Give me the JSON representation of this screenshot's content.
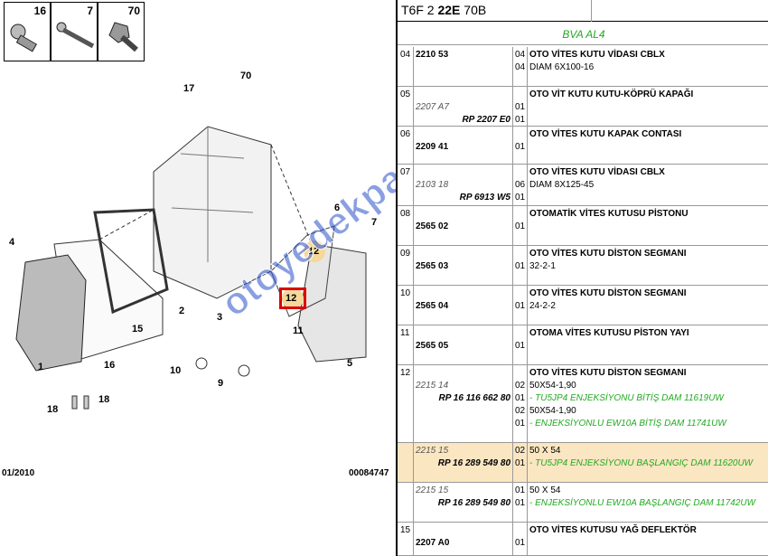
{
  "header": {
    "code_prefix": "T6F 2",
    "code_bold": "22E",
    "code_suffix": "70B"
  },
  "model": "BVA AL4",
  "fastener_boxes": [
    {
      "qty": "16",
      "icon": "short-bolt-icon"
    },
    {
      "qty": "7",
      "icon": "long-screw-icon"
    },
    {
      "qty": "70",
      "icon": "flange-bolt-icon"
    }
  ],
  "callouts": [
    "70",
    "17",
    "6",
    "7",
    "4",
    "12",
    "12",
    "2",
    "15",
    "11",
    "1",
    "16",
    "3",
    "5",
    "10",
    "9",
    "18",
    "18"
  ],
  "footer": {
    "date": "01/2010",
    "code": "00084747"
  },
  "watermark": "otoyedekparcaburada.com",
  "rows": [
    {
      "num": "04",
      "lines": [
        {
          "ref": "2210 53",
          "style": "b",
          "qty": "04",
          "text": "OTO VİTES KUTU VİDASI CBLX",
          "tstyle": "b",
          "y": 0
        },
        {
          "ref": "",
          "style": "",
          "qty": "04",
          "text": "DIAM 6X100-16",
          "tstyle": "",
          "y": 1
        }
      ]
    },
    {
      "num": "05",
      "lines": [
        {
          "ref": "",
          "style": "",
          "qty": "",
          "text": "OTO VİT KUTU KUTU-KÖPRÜ KAPAĞI",
          "tstyle": "b",
          "y": 0
        },
        {
          "ref": "2207 A7",
          "style": "i",
          "qty": "01",
          "text": "",
          "tstyle": "",
          "y": 1
        },
        {
          "ref": "RP 2207 E0",
          "style": "r",
          "qty": "01",
          "text": "",
          "tstyle": "",
          "y": 2
        }
      ]
    },
    {
      "num": "06",
      "lines": [
        {
          "ref": "",
          "style": "",
          "qty": "",
          "text": "OTO VİTES KUTU KAPAK CONTASI",
          "tstyle": "b",
          "y": 0
        },
        {
          "ref": "2209 41",
          "style": "b",
          "qty": "01",
          "text": "",
          "tstyle": "",
          "y": 1
        }
      ]
    },
    {
      "num": "07",
      "lines": [
        {
          "ref": "",
          "style": "",
          "qty": "",
          "text": "OTO VİTES KUTU VİDASI CBLX",
          "tstyle": "b",
          "y": 0
        },
        {
          "ref": "2103 18",
          "style": "i",
          "qty": "06",
          "text": "DIAM 8X125-45",
          "tstyle": "",
          "y": 1
        },
        {
          "ref": "RP 6913 W5",
          "style": "r",
          "qty": "01",
          "text": "",
          "tstyle": "",
          "y": 2
        }
      ]
    },
    {
      "num": "08",
      "lines": [
        {
          "ref": "",
          "style": "",
          "qty": "",
          "text": "OTOMATİK VİTES KUTUSU PİSTONU",
          "tstyle": "b",
          "y": 0
        },
        {
          "ref": "2565 02",
          "style": "b",
          "qty": "01",
          "text": "",
          "tstyle": "",
          "y": 1
        }
      ]
    },
    {
      "num": "09",
      "lines": [
        {
          "ref": "",
          "style": "",
          "qty": "",
          "text": "OTO VİTES KUTU DİSTON SEGMANI",
          "tstyle": "b",
          "y": 0
        },
        {
          "ref": "2565 03",
          "style": "b",
          "qty": "01",
          "text": "32-2-1",
          "tstyle": "",
          "y": 1
        }
      ]
    },
    {
      "num": "10",
      "lines": [
        {
          "ref": "",
          "style": "",
          "qty": "",
          "text": "OTO VİTES KUTU DİSTON SEGMANI",
          "tstyle": "b",
          "y": 0
        },
        {
          "ref": "2565 04",
          "style": "b",
          "qty": "01",
          "text": "24-2-2",
          "tstyle": "",
          "y": 1
        }
      ]
    },
    {
      "num": "11",
      "lines": [
        {
          "ref": "",
          "style": "",
          "qty": "",
          "text": "OTOMA VİTES KUTUSU PİSTON YAYI",
          "tstyle": "b",
          "y": 0
        },
        {
          "ref": "2565 05",
          "style": "b",
          "qty": "01",
          "text": "",
          "tstyle": "",
          "y": 1
        }
      ]
    },
    {
      "num": "12",
      "lines": [
        {
          "ref": "",
          "style": "",
          "qty": "",
          "text": "OTO VİTES KUTU DİSTON SEGMANI",
          "tstyle": "b",
          "y": 0
        },
        {
          "ref": "2215 14",
          "style": "i",
          "qty": "02",
          "text": "50X54-1,90",
          "tstyle": "",
          "y": 1
        },
        {
          "ref": "RP 16 116 662 80",
          "style": "r",
          "qty": "01",
          "text": "- TU5JP4 ENJEKSİYONU BİTİŞ DAM 11619UW",
          "tstyle": "g",
          "y": 2
        },
        {
          "ref": "",
          "style": "",
          "qty": "02",
          "text": "50X54-1,90",
          "tstyle": "",
          "y": 3
        },
        {
          "ref": "",
          "style": "",
          "qty": "01",
          "text": "- ENJEKSİYONLU EW10A BİTİŞ DAM 11741UW",
          "tstyle": "g",
          "y": 4
        }
      ]
    },
    {
      "num": "",
      "highlight": true,
      "lines": [
        {
          "ref": "2215 15",
          "style": "i",
          "qty": "02",
          "text": "50 X 54",
          "tstyle": "",
          "y": 0
        },
        {
          "ref": "RP 16 289 549 80",
          "style": "r",
          "qty": "01",
          "text": "- TU5JP4 ENJEKSİYONU BAŞLANGIÇ DAM 11620UW",
          "tstyle": "g",
          "y": 1
        }
      ]
    },
    {
      "num": "",
      "lines": [
        {
          "ref": "2215 15",
          "style": "i",
          "qty": "01",
          "text": "50 X 54",
          "tstyle": "",
          "y": 0
        },
        {
          "ref": "RP 16 289 549 80",
          "style": "r",
          "qty": "01",
          "text": "- ENJEKSİYONLU EW10A BAŞLANGIÇ DAM 11742UW",
          "tstyle": "g",
          "y": 1
        }
      ]
    },
    {
      "num": "15",
      "lines": [
        {
          "ref": "",
          "style": "",
          "qty": "",
          "text": "OTO VİTES KUTUSU YAĞ DEFLEKTÖR",
          "tstyle": "b",
          "y": 0
        },
        {
          "ref": "2207 A0",
          "style": "b",
          "qty": "01",
          "text": "",
          "tstyle": "",
          "y": 1
        }
      ]
    }
  ]
}
